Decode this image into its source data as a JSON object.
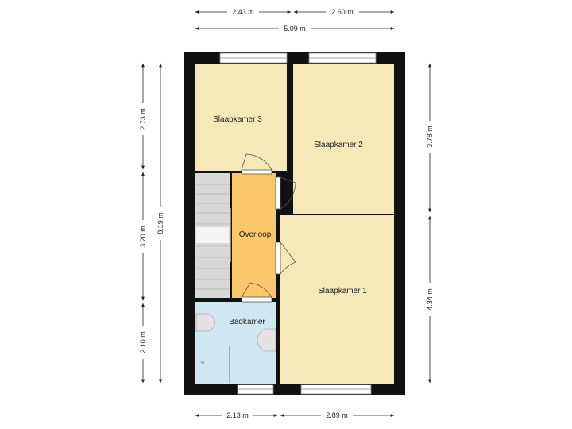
{
  "rooms": {
    "slaapkamer3": "Slaapkamer 3",
    "slaapkamer2": "Slaapkamer 2",
    "overloop": "Overloop",
    "slaapkamer1": "Slaapkamer 1",
    "badkamer": "Badkamer"
  },
  "dimensions": {
    "top_left": "2.43 m",
    "top_right": "2.60 m",
    "top_total": "5.09 m",
    "bottom_left": "2.13 m",
    "bottom_right": "2.89 m",
    "left_top": "2.73 m",
    "left_middle": "3.20 m",
    "left_bottom": "2.10 m",
    "left_total": "8.19 m",
    "right_top": "3.78 m",
    "right_bottom": "4.34 m"
  },
  "colors": {
    "bedroom": "#f6e9b8",
    "landing": "#fbc76b",
    "bathroom": "#cfe8ef",
    "stairs": "#d8d8d8",
    "wall": "#111111"
  }
}
